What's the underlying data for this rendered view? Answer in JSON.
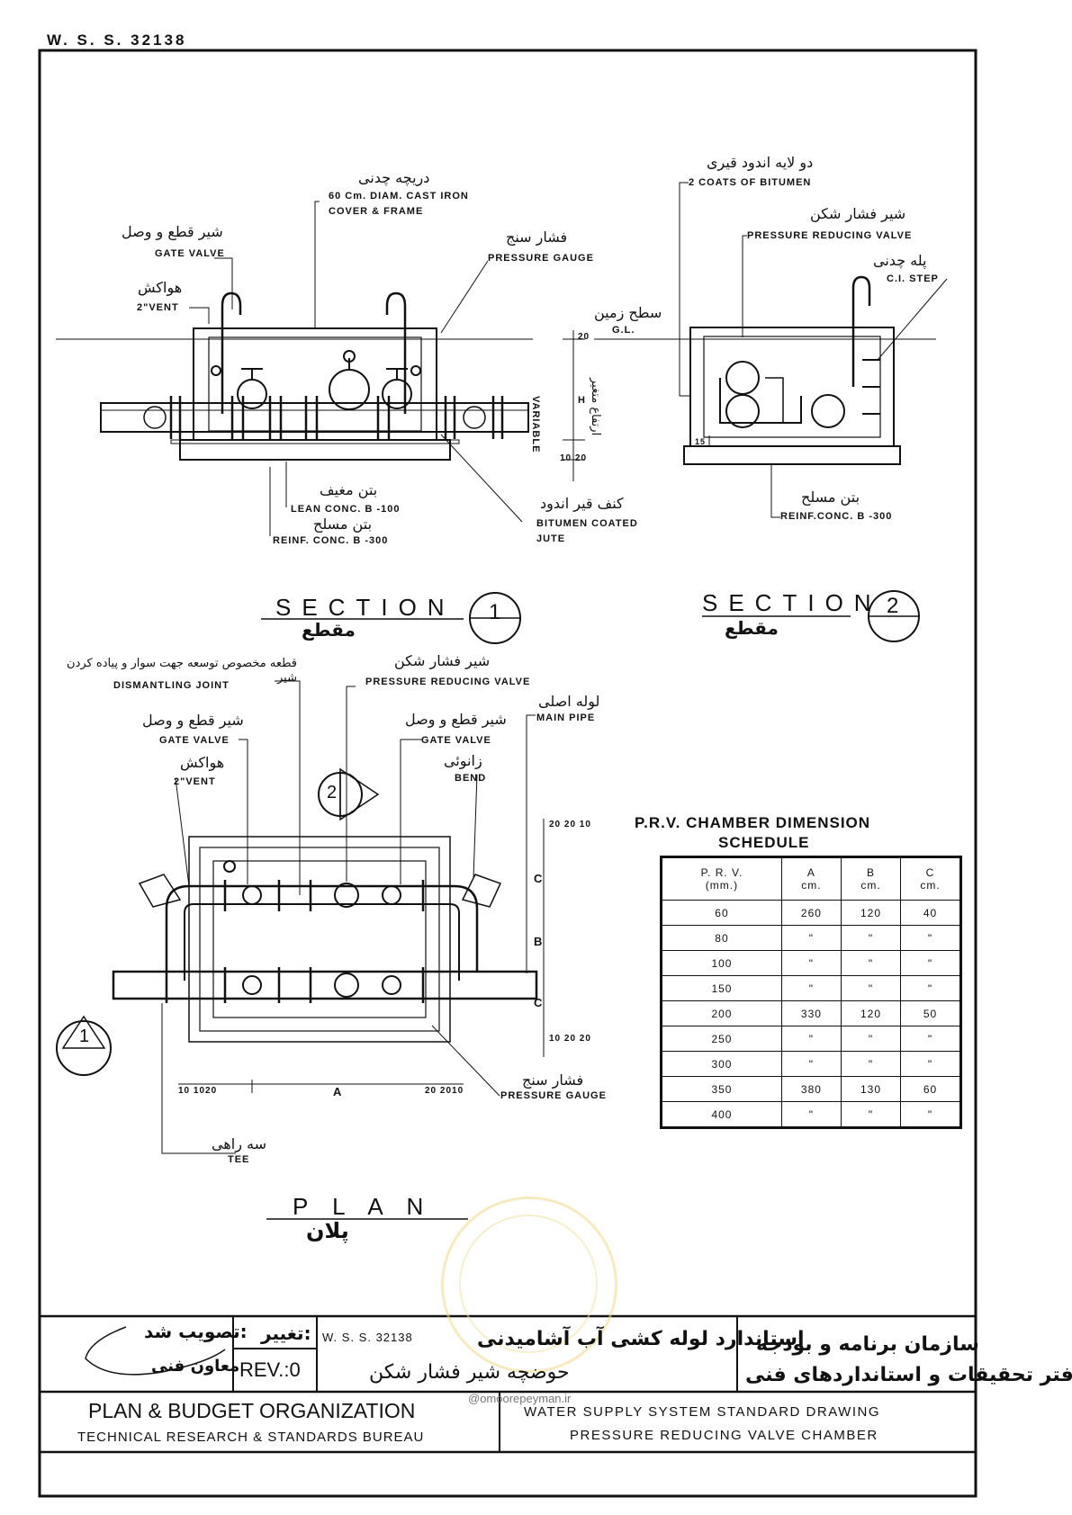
{
  "doc_code_top": "W. S. S. 32138",
  "section1": {
    "title": "SECTION",
    "title_fa": "مقطع",
    "number": "1",
    "labels": {
      "cover_fa": "دریچه چدنی",
      "cover": [
        "60 Cm. DIAM. CAST IRON",
        "COVER & FRAME"
      ],
      "gate_valve_fa": "شیر قطع و وصل",
      "gate_valve": "GATE VALVE",
      "pressure_gauge_fa": "فشار سنج",
      "pressure_gauge": "PRESSURE GAUGE",
      "vent_fa": "هواکش",
      "vent": "2\"VENT",
      "lean_conc_fa": "بتن مغیف",
      "lean_conc": "LEAN CONC. B -100",
      "reinf_fa": "بتن مسلح",
      "reinf": "REINF. CONC.   B -300",
      "jute_fa": "کنف قیر اندود",
      "jute": [
        "BITUMEN COATED",
        "JUTE"
      ],
      "variable": "VARIABLE",
      "variable_fa": "ارتفاع متغیر",
      "h": "H",
      "dim_top": "20",
      "dim_bottom": "10 20"
    }
  },
  "section2": {
    "title": "SECTION",
    "title_fa": "مقطع",
    "number": "2",
    "labels": {
      "bitumen_fa": "دو لایه اندود قیری",
      "bitumen": "2 COATS OF BITUMEN",
      "prv_fa": "شیر فشار شکن",
      "prv": "PRESSURE REDUCING VALVE",
      "step_fa": "پله چدنی",
      "step": "C.I. STEP",
      "gl_fa": "سطح زمین",
      "gl": "G.L.",
      "reinf_fa": "بتن مسلح",
      "reinf": "REINF.CONC.  B -300",
      "dim": "15"
    }
  },
  "plan": {
    "title": "P L A N",
    "title_fa": "پلان",
    "labels": {
      "dismantling_fa": "قطعه مخصوص توسعه جهت سوار و پیاده کردن شیر",
      "dismantling": "DISMANTLING JOINT",
      "prv_fa": "شیر فشار شکن",
      "prv": "PRESSURE REDUCING VALVE",
      "main_pipe_fa": "لوله اصلی",
      "main_pipe": "MAIN PIPE",
      "gate_valve_fa_left": "شیر قطع و وصل",
      "gate_valve_left": "GATE VALVE",
      "gate_valve_fa_right": "شیر قطع و وصل",
      "gate_valve_right": "GATE VALVE",
      "vent_fa": "هواکش",
      "vent": "2\"VENT",
      "bend_fa": "زانوئی",
      "bend": "BEND",
      "gauge_fa": "فشار سنج",
      "gauge": "PRESSURE GAUGE",
      "tee_fa": "سه راهی",
      "tee": "TEE",
      "dim_a": "A",
      "dim_b": "B",
      "dim_c_top": "C",
      "dim_c_bottom": "C",
      "dim_left": "10 1020",
      "dim_right": "20 2010",
      "dim_v_top": "20 20 10",
      "dim_v_bottom": "10 20 20",
      "marker_1": "1",
      "marker_2": "2"
    }
  },
  "schedule": {
    "title": "P.R.V. CHAMBER DIMENSION",
    "subtitle": "SCHEDULE",
    "headers": [
      [
        "P. R. V.",
        "(mm.)"
      ],
      [
        "A",
        "cm."
      ],
      [
        "B",
        "cm."
      ],
      [
        "C",
        "cm."
      ]
    ],
    "rows": [
      [
        "60",
        "260",
        "120",
        "40"
      ],
      [
        "80",
        "\"",
        "\"",
        "\""
      ],
      [
        "100",
        "\"",
        "\"",
        "\""
      ],
      [
        "150",
        "\"",
        "\"",
        "\""
      ],
      [
        "200",
        "330",
        "120",
        "50"
      ],
      [
        "250",
        "\"",
        "\"",
        "\""
      ],
      [
        "300",
        "\"",
        "\"",
        "\""
      ],
      [
        "350",
        "380",
        "130",
        "60"
      ],
      [
        "400",
        "\"",
        "\"",
        "\""
      ]
    ]
  },
  "title_block": {
    "approved_fa": "تصویب شد:",
    "deputy_fa": "معاون فنی",
    "change_fa": "تغییر:",
    "rev": "REV.:0",
    "code": "W. S. S. 32138",
    "std_fa": "استاندارد لوله کشی آب آشامیدنی",
    "chamber_fa": "حوضچه شیر فشار شکن",
    "org_fa": "سازمان برنامه و بودجه",
    "bureau_fa": "دفتر تحقیقات و استانداردهای فنی",
    "watermark_site": "@omoorepeyman.ir",
    "org": "PLAN & BUDGET ORGANIZATION",
    "bureau": "TECHNICAL RESEARCH & STANDARDS BUREAU",
    "drawing_title": "WATER SUPPLY  SYSTEM STANDARD DRAWING",
    "drawing_subtitle": "PRESSURE REDUCING VALVE CHAMBER"
  }
}
